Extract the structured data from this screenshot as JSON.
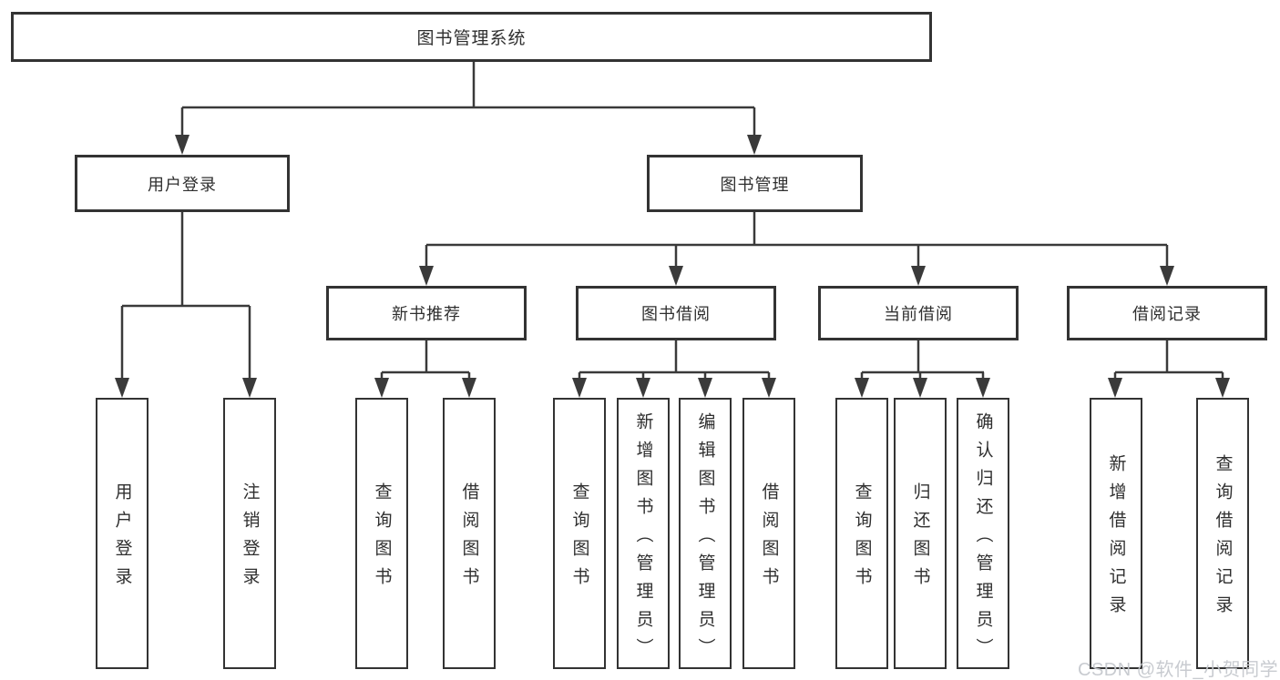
{
  "diagram_title": "图书管理系统",
  "tree": {
    "root": {
      "label": "图书管理系统"
    },
    "branches": [
      {
        "label": "用户登录",
        "leaves": [
          "用户登录",
          "注销登录"
        ]
      },
      {
        "label": "图书管理",
        "subBranches": [
          {
            "label": "新书推荐",
            "leaves": [
              "查询图书",
              "借阅图书"
            ]
          },
          {
            "label": "图书借阅",
            "leaves": [
              "查询图书",
              "新增图书（管理员）",
              "编辑图书（管理员）",
              "借阅图书"
            ]
          },
          {
            "label": "当前借阅",
            "leaves": [
              "查询图书",
              "归还图书",
              "确认归还（管理员）"
            ]
          },
          {
            "label": "借阅记录",
            "leaves": [
              "新增借阅记录",
              "查询借阅记录"
            ]
          }
        ]
      }
    ]
  },
  "watermark": "CSDN @软件_小贺同学",
  "colors": {
    "line": "#3a3a3a",
    "box_border": "#333333",
    "text": "#2f2f2f",
    "watermark": "#c5c8ce",
    "background": "#ffffff"
  }
}
